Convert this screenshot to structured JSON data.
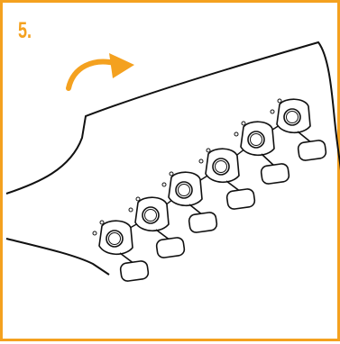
{
  "step_label": "5.",
  "colors": {
    "accent": "#f4a11f",
    "line": "#111111",
    "background": "#ffffff"
  },
  "illustration": {
    "subject": "guitar-headstock",
    "arrow_icon": "rotate-clockwise-arrow",
    "tuners": [
      {
        "name": "tuner-1"
      },
      {
        "name": "tuner-2"
      },
      {
        "name": "tuner-3"
      },
      {
        "name": "tuner-4"
      },
      {
        "name": "tuner-5"
      },
      {
        "name": "tuner-6"
      }
    ]
  }
}
